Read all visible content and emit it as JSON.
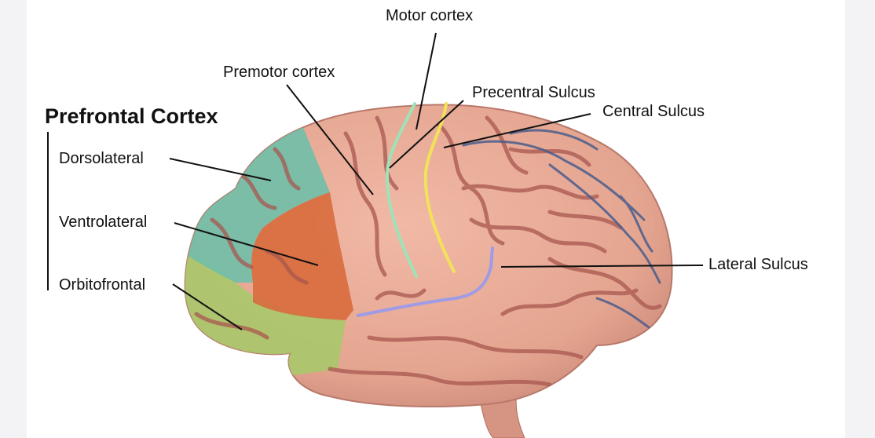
{
  "title": "Prefrontal Cortex",
  "labels": {
    "dorsolateral": "Dorsolateral",
    "ventrolateral": "Ventrolateral",
    "orbitofrontal": "Orbitofrontal",
    "premotor": "Premotor cortex",
    "motor": "Motor cortex",
    "precentral": "Precentral Sulcus",
    "central": "Central Sulcus",
    "lateral": "Lateral Sulcus"
  },
  "colors": {
    "brain": "#e4a590",
    "gyri_shadow": "#a8574f",
    "dorsolateral_region": "#6fbfa8",
    "ventrolateral_region": "#d86b3c",
    "orbitofrontal_region": "#a9c86a",
    "precentral_line": "#9ee3b8",
    "central_line": "#f2e25a",
    "lateral_line": "#9f9be6",
    "vessels": "#4a5d8c"
  }
}
